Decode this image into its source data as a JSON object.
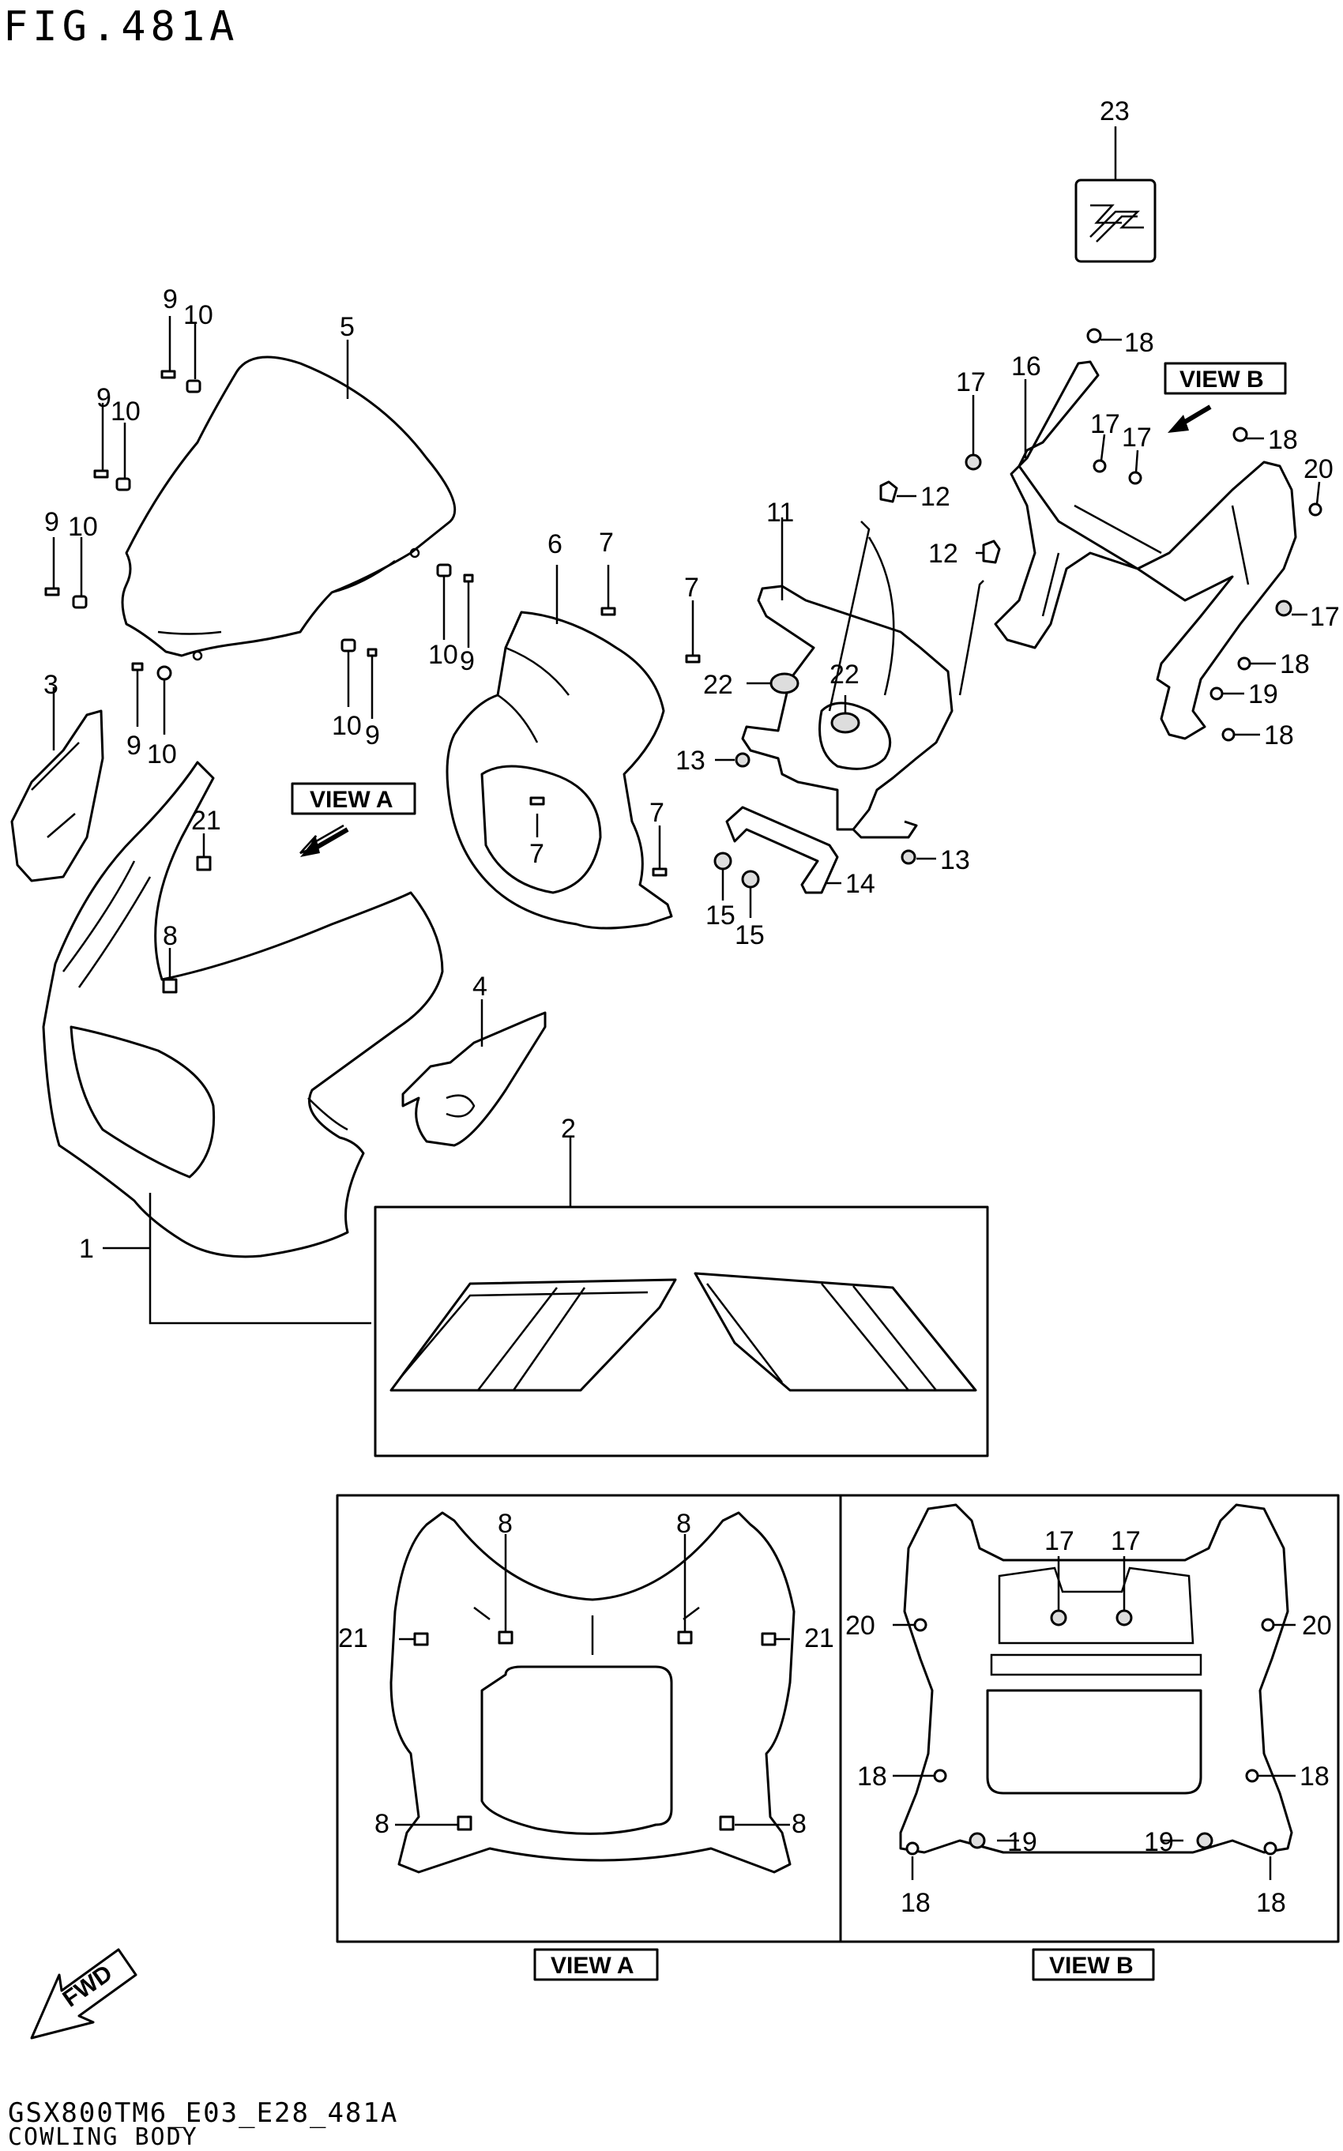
{
  "figure": {
    "title": "FIG.481A",
    "model_code": "GSX800TM6_E03_E28_481A",
    "section_name": "COWLING BODY"
  },
  "views": {
    "view_a": "VIEW A",
    "view_b": "VIEW B",
    "fwd": "FWD"
  },
  "callouts": {
    "p1": "1",
    "p2": "2",
    "p3": "3",
    "p4": "4",
    "p5": "5",
    "p6": "6",
    "p7a": "7",
    "p7b": "7",
    "p7c": "7",
    "p7d": "7",
    "p8": "8",
    "p9a": "9",
    "p10a": "10",
    "p9b": "9",
    "p10b": "10",
    "p9c": "9",
    "p10c": "10",
    "p10d": "10",
    "p9d": "9",
    "p10e": "10",
    "p9e": "9",
    "p9f": "9",
    "p10f": "10",
    "p11": "11",
    "p12a": "12",
    "p12b": "12",
    "p13a": "13",
    "p13b": "13",
    "p14": "14",
    "p15a": "15",
    "p15b": "15",
    "p16": "16",
    "p17a": "17",
    "p17b": "17",
    "p17c": "17",
    "p17d": "17",
    "p18a": "18",
    "p18b": "18",
    "p18c": "18",
    "p18d": "18",
    "p19": "19",
    "p20": "20",
    "p21": "21",
    "p22a": "22",
    "p22b": "22",
    "p23": "23",
    "va8a": "8",
    "va8b": "8",
    "va8c": "8",
    "va8d": "8",
    "va21a": "21",
    "va21b": "21",
    "vb17a": "17",
    "vb17b": "17",
    "vb20a": "20",
    "vb20b": "20",
    "vb18a": "18",
    "vb18b": "18",
    "vb18c": "18",
    "vb18d": "18",
    "vb19a": "19",
    "vb19b": "19"
  }
}
